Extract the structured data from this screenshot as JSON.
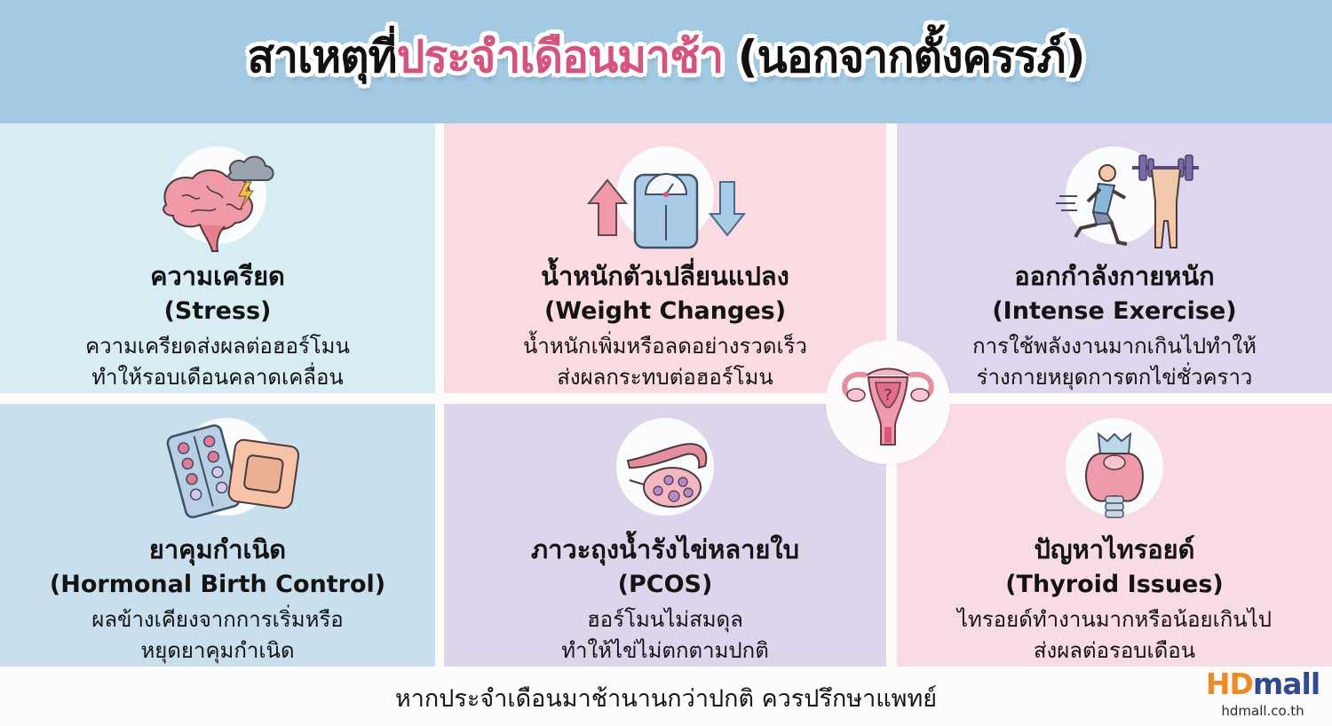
{
  "header": {
    "title_part1": "สาเหตุที่",
    "title_part2": "ประจำเดือนมาช้า",
    "title_part3": " (นอกจากตั้งครรภ์)",
    "bg_color": "#a3c9e3",
    "accent_color": "#d6537d"
  },
  "cards": [
    {
      "icon": "brain-storm-icon",
      "title_th": "ความเครียด",
      "title_en": "(Stress)",
      "desc_line1": "ความเครียดส่งผลต่อฮอร์โมน",
      "desc_line2": "ทำให้รอบเดือนคลาดเคลื่อน",
      "bg": "#d8ecf4"
    },
    {
      "icon": "weight-scale-icon",
      "title_th": "น้ำหนักตัวเปลี่ยนแปลง",
      "title_en": "(Weight Changes)",
      "desc_line1": "น้ำหนักเพิ่มหรือลดอย่างรวดเร็ว",
      "desc_line2": "ส่งผลกระทบต่อฮอร์โมน",
      "bg": "#fadbe2"
    },
    {
      "icon": "exercise-icon",
      "title_th": "ออกกำลังกายหนัก",
      "title_en": "(Intense Exercise)",
      "desc_line1": "การใช้พลังงานมากเกินไปทำให้",
      "desc_line2": "ร่างกายหยุดการตกไข่ชั่วคราว",
      "bg": "#ddd6ec"
    },
    {
      "icon": "birth-control-icon",
      "title_th": "ยาคุมกำเนิด",
      "title_en": "(Hormonal Birth Control)",
      "desc_line1": "ผลข้างเคียงจากการเริ่มหรือ",
      "desc_line2": "หยุดยาคุมกำเนิด",
      "bg": "#c9dfee"
    },
    {
      "icon": "ovary-icon",
      "title_th": "ภาวะถุงน้ำรังไข่หลายใบ",
      "title_en": "(PCOS)",
      "desc_line1": "ฮอร์โมนไม่สมดุล",
      "desc_line2": "ทำให้ไข่ไม่ตกตามปกติ",
      "bg": "#ddd5ec"
    },
    {
      "icon": "thyroid-icon",
      "title_th": "ปัญหาไทรอยด์",
      "title_en": "(Thyroid Issues)",
      "desc_line1": "ไทรอยด์ทำงานมากหรือน้อยเกินไป",
      "desc_line2": "ส่งผลต่อรอบเดือน",
      "bg": "#f9dce3"
    }
  ],
  "center_icon": "uterus-question-icon",
  "footer": {
    "advice": "หากประจำเดือนมาช้านานกว่าปกติ ควรปรึกษาแพทย์"
  },
  "logo": {
    "part_h": "H",
    "part_d": "D",
    "part_mall": "mall",
    "url": "hdmall.co.th",
    "orange": "#f08a24",
    "navy": "#2f4a8f"
  }
}
